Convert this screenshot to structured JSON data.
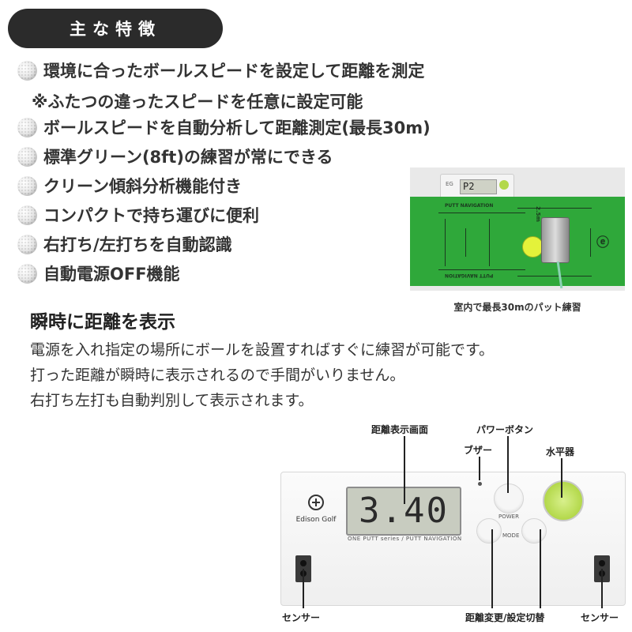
{
  "header": {
    "title": "主な特徴"
  },
  "features": [
    "環境に合ったボールスピードを設定して距離を測定",
    "ボールスピードを自動分析して距離測定(最長30m)",
    "標準グリーン(8ft)の練習が常にできる",
    "クリーン傾斜分析機能付き",
    "コンパクトで持ち運びに便利",
    "右打ち/左打ちを自動認識",
    "自動電源OFF機能"
  ],
  "feature_note": "※ふたつの違ったスピードを任意に設定可能",
  "photo": {
    "caption": "室内で最長30mのパット練習",
    "mini_display": "P2",
    "mat_label_top": "PUTT NAVIGATION",
    "mat_label_bottom": "PUTT NAVIGATION",
    "distance_mark": "2.5m"
  },
  "section": {
    "title": "瞬時に距離を表示",
    "lines": [
      "電源を入れ指定の場所にボールを設置すればすぐに練習が可能です。",
      "打った距離が瞬時に表示されるので手間がいりません。",
      "右打ち左打も自動判別して表示されます。"
    ]
  },
  "device": {
    "display_value": "3.40",
    "brand": "Edison Golf",
    "series_text": "ONE PUTT series / PUTT NAVIGATION",
    "power_label": "POWER",
    "mode_label": "MODE",
    "labels": {
      "display": "距離表示画面",
      "power": "パワーボタン",
      "buzzer": "ブザー",
      "level": "水平器",
      "sensor_left": "センサー",
      "sensor_right": "センサー",
      "mode": "距離変更/設定切替"
    }
  },
  "colors": {
    "header_bg": "#2b2b2b",
    "mat_green": "#2fa83a",
    "level_green": "#b3d84a"
  }
}
